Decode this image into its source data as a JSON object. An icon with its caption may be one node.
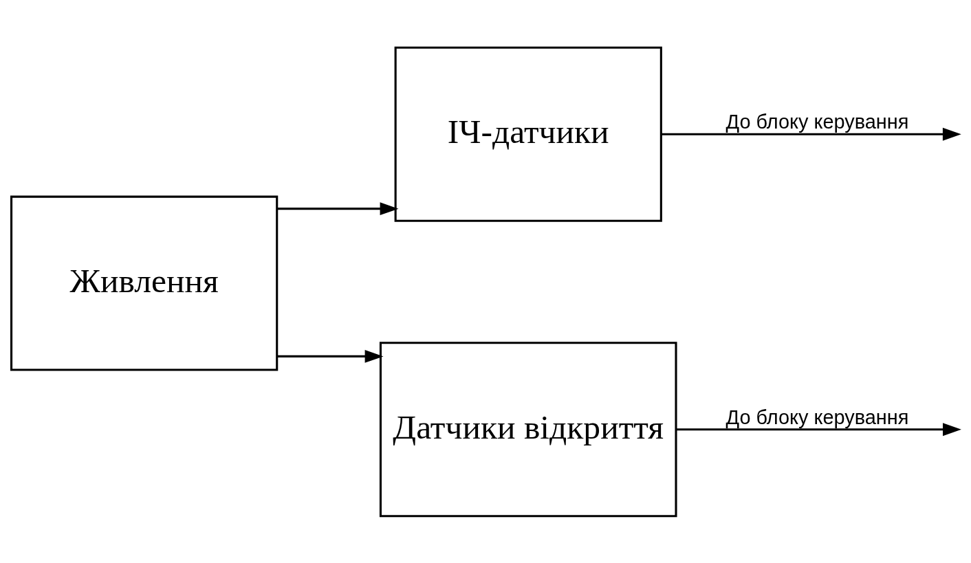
{
  "diagram": {
    "nodes": [
      {
        "text": [
          "Живлення"
        ]
      },
      {
        "text": [
          "ІЧ-датчики"
        ]
      },
      {
        "text": [
          "Датчики відкриття"
        ]
      }
    ],
    "edges": [
      {
        "from": 0,
        "to": 1,
        "arrow": "to"
      },
      {
        "from": 0,
        "to": 2,
        "arrow": "to"
      },
      {
        "from": 1,
        "to": null,
        "arrow": "to",
        "label": "До блоку керування"
      },
      {
        "from": 2,
        "to": null,
        "arrow": "to",
        "label": "До блоку керування"
      }
    ]
  }
}
